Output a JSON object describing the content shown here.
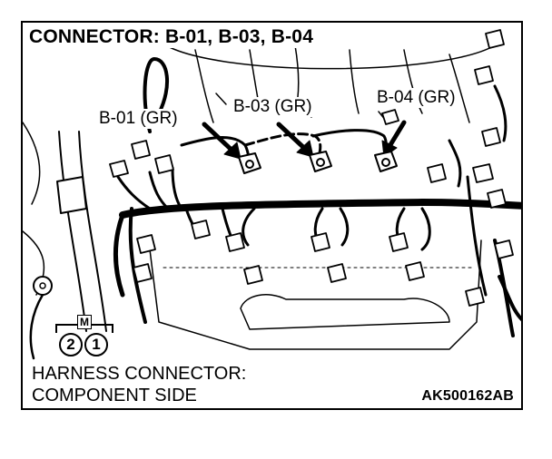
{
  "title": "CONNECTOR: B-01, B-03, B-04",
  "callouts": {
    "b01": "B-01 (GR)",
    "b03": "B-03 (GR)",
    "b04": "B-04 (GR)"
  },
  "harness_caption": {
    "line1": "HARNESS CONNECTOR:",
    "line2": "COMPONENT SIDE"
  },
  "figure_id": "AK500162AB",
  "terminal_marker": "M",
  "terminal_pins": [
    "2",
    "1"
  ]
}
